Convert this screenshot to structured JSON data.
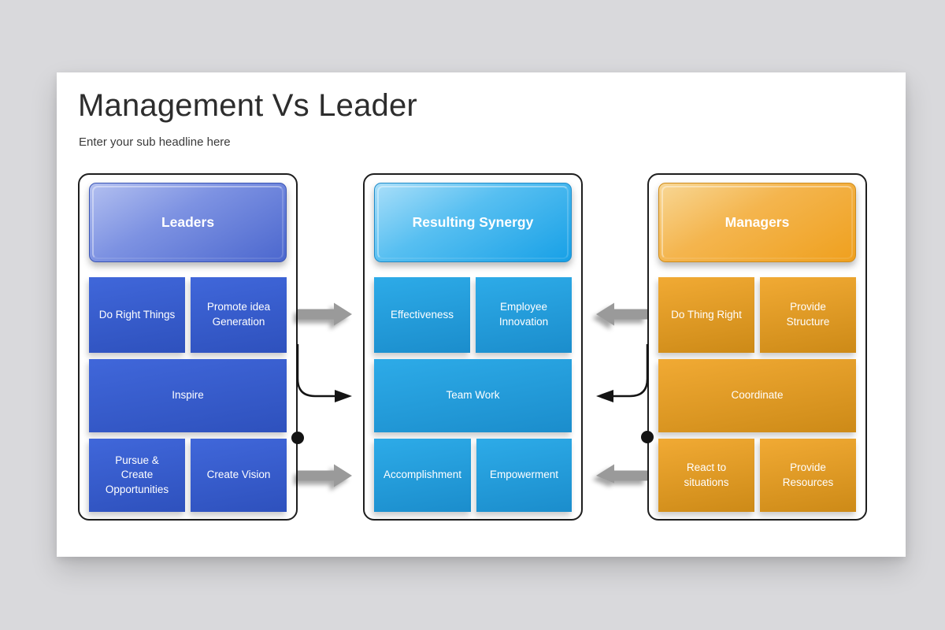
{
  "slide": {
    "title": "Management Vs Leader",
    "subtitle": "Enter your sub headline here"
  },
  "columns": [
    {
      "id": "leaders",
      "header": "Leaders",
      "accent": "#3d63d3",
      "cells": [
        {
          "label": "Do Right Things"
        },
        {
          "label": "Promote idea Generation"
        },
        {
          "label": "Inspire"
        },
        {
          "label": "Pursue & Create Opportunities"
        },
        {
          "label": "Create Vision"
        }
      ]
    },
    {
      "id": "resulting-synergy",
      "header": "Resulting Synergy",
      "accent": "#2aa7e6",
      "cells": [
        {
          "label": "Effectiveness"
        },
        {
          "label": "Employee Innovation"
        },
        {
          "label": "Team Work"
        },
        {
          "label": "Accomplishment"
        },
        {
          "label": "Empowerment"
        }
      ]
    },
    {
      "id": "managers",
      "header": "Managers",
      "accent": "#efa327",
      "cells": [
        {
          "label": "Do Thing Right"
        },
        {
          "label": "Provide Structure"
        },
        {
          "label": "Coordinate"
        },
        {
          "label": "React to situations"
        },
        {
          "label": "Provide Resources"
        }
      ]
    }
  ],
  "connectors": {
    "gray_arrow_color": "#9a9a9a",
    "line_color": "#141414"
  }
}
